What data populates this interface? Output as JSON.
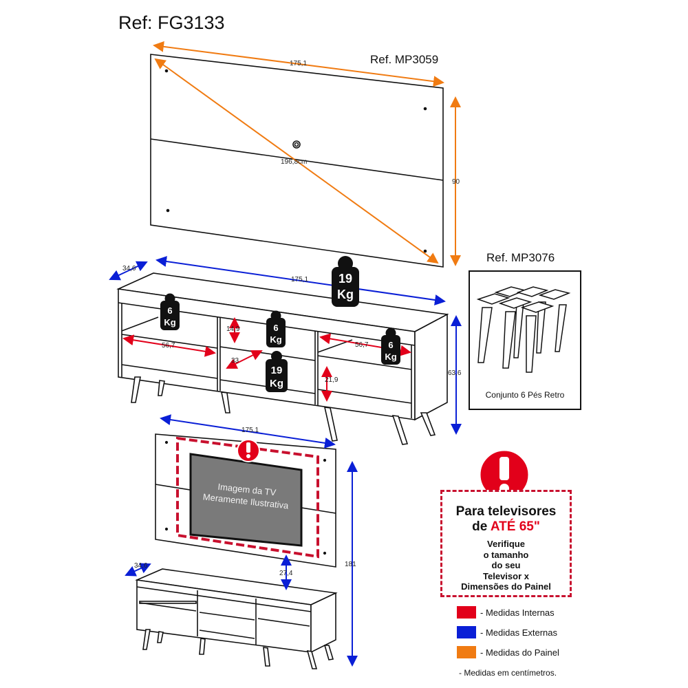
{
  "header": {
    "title": "Ref: FG3133"
  },
  "panel": {
    "ref": "Ref. MP3059",
    "width": "175,1",
    "height": "90",
    "diagonal": "196,8cm"
  },
  "rack": {
    "depth": "34,6",
    "width": "175,1",
    "height": "63,6",
    "niche_width_left": "56,7",
    "niche_width_right": "56,7",
    "niche_height_top": "14,9",
    "niche_depth_center": "33",
    "niche_height_bottom": "21,9",
    "loads": [
      {
        "num": "19",
        "unit": "Kg"
      },
      {
        "num": "6",
        "unit": "Kg"
      },
      {
        "num": "6",
        "unit": "Kg"
      },
      {
        "num": "6",
        "unit": "Kg"
      },
      {
        "num": "19",
        "unit": "Kg"
      }
    ]
  },
  "legs": {
    "ref": "Ref. MP3076",
    "caption": "Conjunto 6 Pés Retro"
  },
  "assembly": {
    "width": "175,1",
    "depth": "34,6",
    "total_height": "181",
    "gap": "27,4",
    "tv_text_line1": "Imagem da TV",
    "tv_text_line2": "Meramente Ilustrativa"
  },
  "notice": {
    "line1": "Para televisores",
    "line2_prefix": "de ",
    "line2_highlight": "ATÉ 65\"",
    "body": [
      "Verifique",
      "o tamanho",
      "do seu",
      "Televisor x",
      "Dimensões do Painel"
    ]
  },
  "legend": [
    {
      "color": "#e2001a",
      "label": "- Medidas Internas"
    },
    {
      "color": "#0a1fd6",
      "label": "- Medidas Externas"
    },
    {
      "color": "#f07b12",
      "label": "- Medidas do Painel"
    }
  ],
  "footnote": "- Medidas em centímetros.",
  "colors": {
    "internal": "#e2001a",
    "external": "#0a1fd6",
    "panel": "#f07b12",
    "ink": "#111111"
  }
}
